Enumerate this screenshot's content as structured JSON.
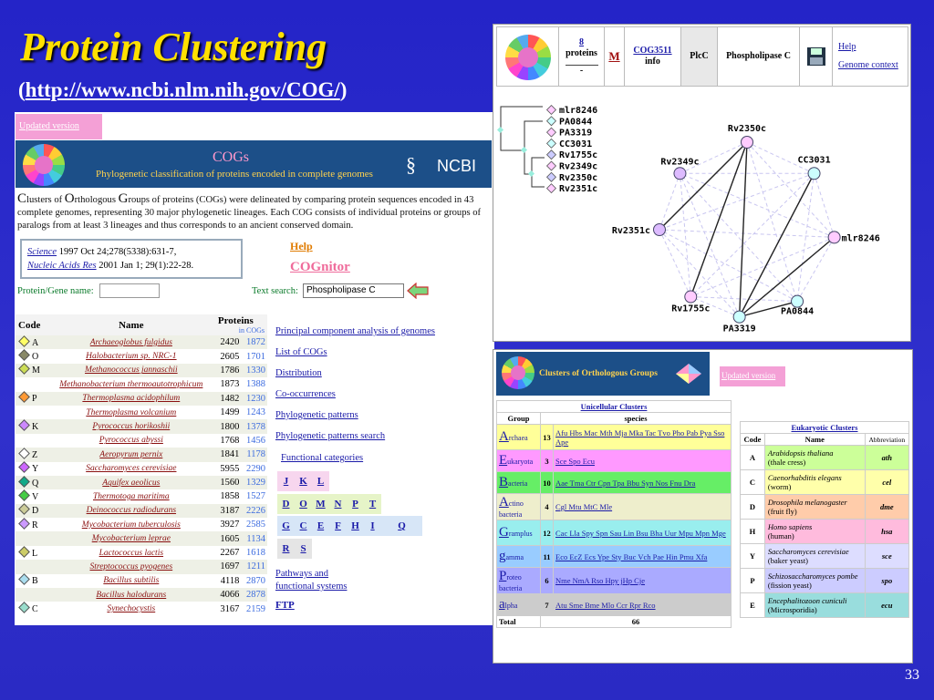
{
  "slide": {
    "title": "Protein Clustering",
    "subtitle_open": "(",
    "subtitle_link": "http://www.ncbi.nlm.nih.gov/COG/",
    "subtitle_close": ")",
    "page_number": "33"
  },
  "left": {
    "updated": "Updated version",
    "header_title": "COGs",
    "header_subtitle": "Phylogenetic classification of proteins encoded in complete genomes",
    "ncbi": "NCBI",
    "intro": [
      "C",
      "lusters of ",
      "O",
      "rthologous ",
      "G",
      "roups of proteins (COGs) were delineated by comparing protein sequences encoded in 43 complete genomes, representing 30 major phylogenetic lineages. Each COG consists of individual proteins or groups of paralogs from at least 3 lineages and thus corresponds to an ancient conserved domain."
    ],
    "cite1_journal": "Science",
    "cite1_rest": " 1997 Oct 24;278(5338):631-7",
    "cite2_journal": "Nucleic Acids Res",
    "cite2_rest": " 2001 Jan 1; 29(1):22-28",
    "help": "Help",
    "cognitor": "COGnitor",
    "protein_label": "Protein/Gene name:",
    "text_search_label": "Text search:",
    "text_search_value": "Phospholipase C",
    "table_headers": {
      "code": "Code",
      "name": "Name",
      "proteins": "Proteins",
      "in_cogs": "in COGs"
    },
    "organisms": [
      {
        "code": "A",
        "color": "#ffff66",
        "name": "Archaeoglobus fulgidus",
        "p": "2420",
        "c": "1872"
      },
      {
        "code": "O",
        "color": "#888866",
        "name": "Halobacterium sp. NRC-1",
        "p": "2605",
        "c": "1701"
      },
      {
        "code": "M",
        "color": "#ccdd55",
        "name": "Methanococcus jannaschii",
        "p": "1786",
        "c": "1330"
      },
      {
        "code": "",
        "color": "",
        "name": "Methanobacterium thermoautotrophicum",
        "p": "1873",
        "c": "1388"
      },
      {
        "code": "P",
        "color": "#ff9933",
        "name": "Thermoplasma acidophilum",
        "p": "1482",
        "c": "1230"
      },
      {
        "code": "",
        "color": "",
        "name": "Thermoplasma volcanium",
        "p": "1499",
        "c": "1243"
      },
      {
        "code": "K",
        "color": "#cc88ff",
        "name": "Pyrococcus horikoshii",
        "p": "1800",
        "c": "1378"
      },
      {
        "code": "",
        "color": "",
        "name": "Pyrococcus abyssi",
        "p": "1768",
        "c": "1456"
      },
      {
        "code": "Z",
        "color": "#ffffff",
        "name": "Aeropyrum pernix",
        "p": "1841",
        "c": "1178"
      },
      {
        "code": "Y",
        "color": "#cc66ff",
        "name": "Saccharomyces cerevisiae",
        "p": "5955",
        "c": "2290"
      },
      {
        "code": "Q",
        "color": "#11aa88",
        "name": "Aquifex aeolicus",
        "p": "1560",
        "c": "1329"
      },
      {
        "code": "V",
        "color": "#44cc44",
        "name": "Thermotoga maritima",
        "p": "1858",
        "c": "1527"
      },
      {
        "code": "D",
        "color": "#cccc99",
        "name": "Deinococcus radiodurans",
        "p": "3187",
        "c": "2226"
      },
      {
        "code": "R",
        "color": "#cc99ff",
        "name": "Mycobacterium tuberculosis",
        "p": "3927",
        "c": "2585"
      },
      {
        "code": "",
        "color": "",
        "name": "Mycobacterium leprae",
        "p": "1605",
        "c": "1134"
      },
      {
        "code": "L",
        "color": "#cccc66",
        "name": "Lactococcus lactis",
        "p": "2267",
        "c": "1618"
      },
      {
        "code": "",
        "color": "",
        "name": "Streptococcus pyogenes",
        "p": "1697",
        "c": "1211"
      },
      {
        "code": "B",
        "color": "#aaddee",
        "name": "Bacillus subtilis",
        "p": "4118",
        "c": "2870"
      },
      {
        "code": "",
        "color": "",
        "name": "Bacillus halodurans",
        "p": "4066",
        "c": "2878"
      },
      {
        "code": "C",
        "color": "#99ddcc",
        "name": "Synechocystis",
        "p": "3167",
        "c": "2159"
      }
    ],
    "menu": [
      "Principal component analysis of genomes",
      "List of COGs",
      "Distribution",
      "Co-occurrences",
      "Phylogenetic patterns",
      "Phylogenetic patterns search"
    ],
    "functional_categories": "Functional categories",
    "letter_rows": [
      [
        "J",
        "K",
        "L"
      ],
      [
        "D",
        "O",
        "M",
        "N",
        "P",
        "T"
      ],
      [
        "G",
        "C",
        "E",
        "F",
        "H",
        "I",
        "Q"
      ],
      [
        "R",
        "S"
      ]
    ],
    "pathways_1": "Pathways and",
    "pathways_2": "functional systems",
    "ftp": "FTP"
  },
  "top_right": {
    "proteins_count": "8",
    "proteins_label": "proteins",
    "dash": "-",
    "m": "M",
    "cog_id": "COG3511",
    "info": "info",
    "gene": "PlcC",
    "desc": "Phospholipase C",
    "help": "Help",
    "genome_context": "Genome context",
    "tree_labels": [
      "mlr8246",
      "PA0844",
      "PA3319",
      "CC3031",
      "Rv1755c",
      "Rv2349c",
      "Rv2350c",
      "Rv2351c"
    ],
    "graph_nodes": [
      "Rv2350c",
      "CC3031",
      "mlr8246",
      "PA0844",
      "PA3319",
      "Rv1755c",
      "Rv2351c",
      "Rv2349c"
    ]
  },
  "bottom_right": {
    "header": "Clusters of Orthologous Groups",
    "updated": "Updated version",
    "uni_title": "Unicellular Clusters",
    "uni_group": "Group",
    "uni_species": "species",
    "uni_rows": [
      {
        "L": "A",
        "rest": "rchaea",
        "n": "13",
        "sp": "Afu Hbs Mac Mth Mja Mka Tac Tvo Pho Pab Pya Sso Ape",
        "bg": "#ffff99"
      },
      {
        "L": "E",
        "rest": "ukaryota",
        "n": "3",
        "sp": "Sce Spo Ecu",
        "bg": "#ff99ff"
      },
      {
        "L": "B",
        "rest": "acteria",
        "n": "10",
        "sp": "Aae Tma Ctr Cpn Tpa Bbu Syn Nos Fnu Dra",
        "bg": "#66ee66"
      },
      {
        "L": "A",
        "rest": "ctino bacteria",
        "n": "4",
        "sp": "Cgl Mtu MtC Mle",
        "bg": "#eeeecc"
      },
      {
        "L": "G",
        "rest": "ramplus",
        "n": "12",
        "sp": "Cac Lla Spy Spn Sau Lin Bsu Bha Uur Mpu Mpn Mge",
        "bg": "#99eeee"
      },
      {
        "L": "g",
        "rest": "amma",
        "n": "11",
        "sp": "Eco EcZ Ecs Ype Sty Buc Vch Pae Hin Pmu Xfa",
        "bg": "#99ccff"
      },
      {
        "L": "P",
        "rest": "roteo bacteria",
        "n": "6",
        "sp": "Nme NmA Rso Hpy jHp Cje",
        "bg": "#aaaaff"
      },
      {
        "L": "a",
        "rest": "lpha",
        "n": "7",
        "sp": "Atu Sme Bme Mlo Ccr Rpr Rco",
        "bg": "#cccccc"
      }
    ],
    "uni_total_label": "Total",
    "uni_total": "66",
    "euk_title": "Eukaryotic Clusters",
    "euk_code": "Code",
    "euk_name": "Name",
    "euk_abbr": "Abbreviation",
    "euk_rows": [
      {
        "c": "A",
        "sci": "Arabidopsis thaliana",
        "com": "(thale cress)",
        "ab": "ath",
        "bg": "#ccff99"
      },
      {
        "c": "C",
        "sci": "Caenorhabditis elegans",
        "com": "(worm)",
        "ab": "cel",
        "bg": "#ffffaa"
      },
      {
        "c": "D",
        "sci": "Drosophila melanogaster",
        "com": "(fruit fly)",
        "ab": "dme",
        "bg": "#ffccaa"
      },
      {
        "c": "H",
        "sci": "Homo sapiens",
        "com": "(human)",
        "ab": "hsa",
        "bg": "#ffbbdd"
      },
      {
        "c": "Y",
        "sci": "Saccharomyces cerevisiae",
        "com": "(baker yeast)",
        "ab": "sce",
        "bg": "#ddddff"
      },
      {
        "c": "P",
        "sci": "Schizosaccharomyces pombe",
        "com": "(fission yeast)",
        "ab": "spo",
        "bg": "#ccccff"
      },
      {
        "c": "E",
        "sci": "Encephalitozoon cuniculi",
        "com": "(Microsporidia)",
        "ab": "ecu",
        "bg": "#99dddd"
      }
    ]
  }
}
